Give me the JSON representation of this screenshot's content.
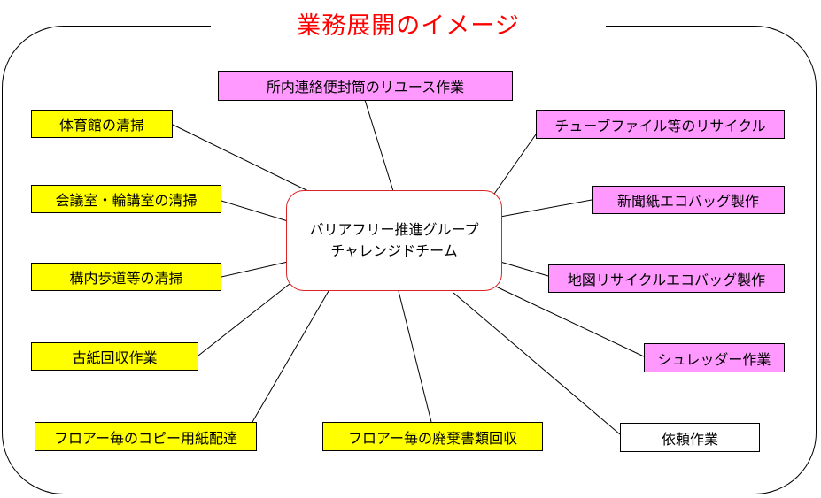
{
  "title": "業務展開のイメージ",
  "center": {
    "line1": "バリアフリー推進グループ",
    "line2": "チャレンジドチーム"
  },
  "colors": {
    "yellow": "#ffff00",
    "pink": "#ff99ff",
    "white": "#ffffff",
    "title": "#ff0000"
  },
  "nodes": [
    {
      "label": "所内連絡便封筒のリユース作業",
      "color": "pink"
    },
    {
      "label": "体育館の清掃",
      "color": "yellow"
    },
    {
      "label": "会議室・輪講室の清掃",
      "color": "yellow"
    },
    {
      "label": "構内歩道等の清掃",
      "color": "yellow"
    },
    {
      "label": "古紙回収作業",
      "color": "yellow"
    },
    {
      "label": "フロアー毎のコピー用紙配達",
      "color": "yellow"
    },
    {
      "label": "フロアー毎の廃棄書類回収",
      "color": "yellow"
    },
    {
      "label": "チューブファイル等のリサイクル",
      "color": "pink"
    },
    {
      "label": "新聞紙エコバッグ製作",
      "color": "pink"
    },
    {
      "label": "地図リサイクルエコバッグ製作",
      "color": "pink"
    },
    {
      "label": "シュレッダー作業",
      "color": "pink"
    },
    {
      "label": "依頼作業",
      "color": "white"
    }
  ]
}
